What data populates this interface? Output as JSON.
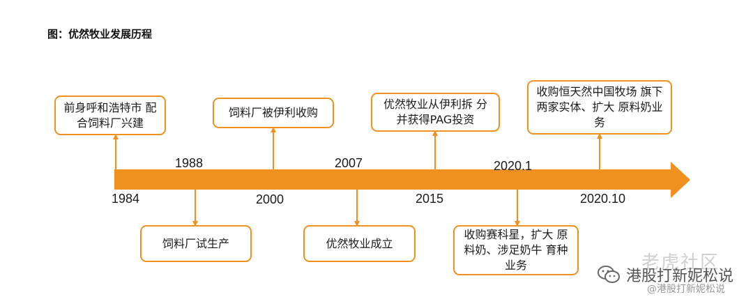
{
  "title": "图：优然牧业发展历程",
  "years": {
    "y1984": "1984",
    "y1988": "1988",
    "y2000": "2000",
    "y2007": "2007",
    "y2015": "2015",
    "y2020_1": "2020.1",
    "y2020_10": "2020.10"
  },
  "events": {
    "e1984": "前身呼和浩特市 配合饲料厂兴建",
    "e1988": "饲料厂试生产",
    "e2000": "饲料厂被伊利收购",
    "e2007": "优然牧业成立",
    "e2015": "优然牧业从伊利拆 分并获得PAG投资",
    "e2020_1": "收购赛科星，扩大 原料奶、涉足奶牛 育种业务",
    "e2020_10": "收购恒天然中国牧场 旗下两家实体、扩大 原料奶业务"
  },
  "watermark": {
    "site": "老虎社区",
    "account": "港股打新妮松说",
    "handle": "@港股打新妮松说"
  },
  "colors": {
    "accent": "#F0901E"
  },
  "icons": {
    "wechat": "wechat-icon"
  }
}
